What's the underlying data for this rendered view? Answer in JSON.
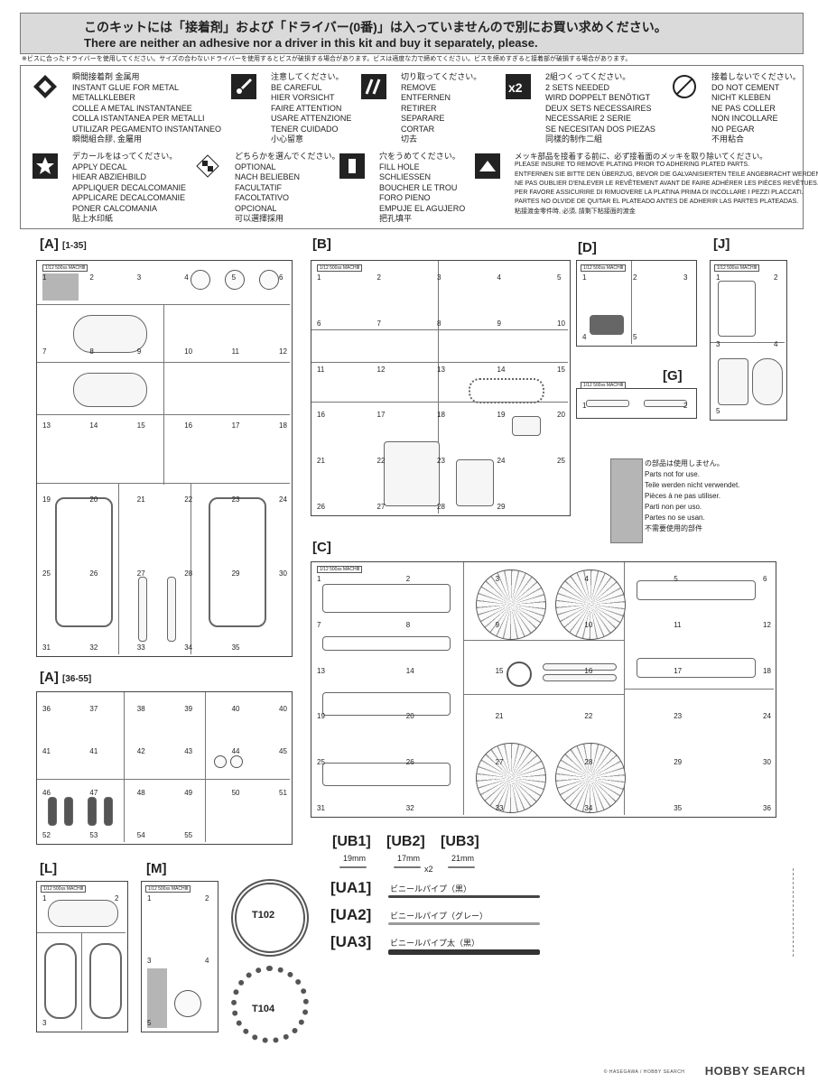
{
  "banner": {
    "line_jp": "このキットには「接着剤」および「ドライバー(0番)」は入っていませんので別にお買い求めください。",
    "line_en": "There are neither an adhesive nor a driver in this kit and buy it separately, please."
  },
  "screw_note": "※ビスに合ったドライバーを使用してください。サイズの合わないドライバーを使用するとビスが破損する場合があります。ビスは適度な力で締めてください。ビスを締めすぎると接着部が破損する場合があります。",
  "symbols": [
    {
      "icon": "instant-glue-icon",
      "lines": [
        "瞬間接着剤 金属用",
        "INSTANT GLUE FOR METAL",
        "METALLKLEBER",
        "COLLE A METAL INSTANTANEE",
        "COLLA ISTANTANEA PER METALLI",
        "UTILIZAR PEGAMENTO INSTANTANEO",
        "瞬間組合膠, 金屬用"
      ]
    },
    {
      "icon": "caution-icon",
      "lines": [
        "注意してください。",
        "BE CAREFUL",
        "HIER VORSICHT",
        "FAIRE ATTENTION",
        "USARE ATTENZIONE",
        "TENER CUIDADO",
        "小心留意"
      ]
    },
    {
      "icon": "remove-icon",
      "lines": [
        "切り取ってください。",
        "REMOVE",
        "ENTFERNEN",
        "RETIRER",
        "SEPARARE",
        "CORTAR",
        "切去"
      ]
    },
    {
      "icon": "two-sets-icon",
      "lines": [
        "2組つくってください。",
        "2 SETS NEEDED",
        "WIRD DOPPELT BENÖTIGT",
        "DEUX SETS NECESSAIRES",
        "NECESSARIE 2 SERIE",
        "SE NECESITAN DOS PIEZAS",
        "同樣的制作二組"
      ]
    },
    {
      "icon": "no-cement-icon",
      "lines": [
        "接着しないでください。",
        "DO NOT CEMENT",
        "NICHT KLEBEN",
        "NE PAS COLLER",
        "NON INCOLLARE",
        "NO PEGAR",
        "不用粘合"
      ]
    },
    {
      "icon": "apply-decal-icon",
      "lines": [
        "デカールをはってください。",
        "APPLY DECAL",
        "HIEAR ABZIEHBILD",
        "APPLIQUER DECALCOMANIE",
        "APPLICARE DECALCOMANIE",
        "PONER CALCOMANIA",
        "貼上水印紙"
      ]
    },
    {
      "icon": "optional-icon",
      "lines": [
        "どちらかを選んでください。",
        "OPTIONAL",
        "NACH BELIEBEN",
        "FACULTATIF",
        "FACOLTATIVO",
        "OPCIONAL",
        "可以選擇採用"
      ]
    },
    {
      "icon": "fill-hole-icon",
      "lines": [
        "穴をうめてください。",
        "FILL HOLE",
        "SCHLIESSEN",
        "BOUCHER LE TROU",
        "FORO PIENO",
        "EMPUJE EL AGUJERO",
        "把孔填平"
      ]
    },
    {
      "icon": "plating-icon",
      "lines": [
        "メッキ部品を接着する前に、必ず接着面のメッキを取り除いてください。",
        "PLEASE INSURE TO REMOVE PLATING PRIOR TO ADHERING PLATED PARTS.",
        "ENTFERNEN SIE BITTE DEN ÜBERZUG, BEVOR DIE GALVANISIERTEN TEILE ANGEBRACHT WERDEN.",
        "NE PAS OUBLIER D'ENLEVER LE REVÊTEMENT AVANT DE FAIRE ADHÉRER LES PIÈCES REVÊTUES.",
        "PER FAVORE ASSICURIRE DI RIMUOVERE LA PLATINA PRIMA DI INCOLLARE I PEZZI PLACCATI.",
        "PARTES NO OLVIDE DE QUITAR EL PLATEADO ANTES DE ADHERIR LAS PARTES PLATEADAS.",
        "粘接渡金零件時, 必須, 請剩下粘接面的渡金"
      ]
    }
  ],
  "frames": {
    "A1": {
      "letter": "[A]",
      "range": "[1-35]",
      "tag": "1/12 500ss MACHⅢ",
      "nums": [
        "1",
        "2",
        "3",
        "4",
        "5",
        "6",
        "7",
        "8",
        "9",
        "10",
        "11",
        "12",
        "13",
        "14",
        "15",
        "16",
        "17",
        "18",
        "19",
        "20",
        "21",
        "22",
        "23",
        "24",
        "25",
        "26",
        "27",
        "28",
        "29",
        "30",
        "31",
        "32",
        "33",
        "34",
        "35"
      ]
    },
    "A2": {
      "letter": "[A]",
      "range": "[36-55]",
      "nums": [
        "36",
        "37",
        "38",
        "39",
        "40",
        "40",
        "41",
        "41",
        "42",
        "43",
        "44",
        "45",
        "46",
        "47",
        "48",
        "49",
        "50",
        "51",
        "52",
        "53",
        "54",
        "55"
      ]
    },
    "B": {
      "letter": "[B]",
      "tag": "1/12 500ss MACHⅢ",
      "nums": [
        "1",
        "2",
        "3",
        "4",
        "5",
        "6",
        "7",
        "8",
        "9",
        "10",
        "11",
        "12",
        "13",
        "14",
        "15",
        "16",
        "17",
        "18",
        "19",
        "20",
        "21",
        "22",
        "23",
        "24",
        "25",
        "26",
        "27",
        "28",
        "29"
      ]
    },
    "C": {
      "letter": "[C]",
      "tag": "1/12 500ss MACHⅢ",
      "nums": [
        "1",
        "2",
        "3",
        "4",
        "5",
        "6",
        "7",
        "8",
        "9",
        "10",
        "11",
        "12",
        "13",
        "14",
        "15",
        "16",
        "17",
        "18",
        "19",
        "20",
        "21",
        "22",
        "23",
        "24",
        "25",
        "26",
        "27",
        "28",
        "29",
        "30",
        "31",
        "32",
        "33",
        "34",
        "35",
        "36"
      ]
    },
    "D": {
      "letter": "[D]",
      "tag": "1/12 500ss MACHⅢ",
      "nums": [
        "1",
        "2",
        "3",
        "4",
        "5"
      ]
    },
    "J": {
      "letter": "[J]",
      "tag": "1/12 500ss MACHⅢ",
      "nums": [
        "1",
        "2",
        "3",
        "4",
        "5"
      ]
    },
    "G": {
      "letter": "[G]",
      "tag": "1/12 500ss MACHⅢ",
      "nums": [
        "1",
        "2"
      ]
    },
    "L": {
      "letter": "[L]",
      "tag": "1/12 500ss MACHⅢ",
      "nums": [
        "1",
        "2",
        "3"
      ]
    },
    "M": {
      "letter": "[M]",
      "tag": "1/12 500ss MACHⅢ",
      "nums": [
        "1",
        "2",
        "3",
        "4",
        "5"
      ]
    }
  },
  "not_used": [
    "の部品は使用しません。",
    "Parts not for use.",
    "Teile werden nicht verwendet.",
    "Pièces à ne pas utiliser.",
    "Parti non per uso.",
    "Partes no se usan.",
    "不需要使用的部件"
  ],
  "screws": [
    {
      "code": "[UB1]",
      "size": "19mm"
    },
    {
      "code": "[UB2]",
      "size": "17mm",
      "qty": "x2"
    },
    {
      "code": "[UB3]",
      "size": "21mm"
    }
  ],
  "tubes": [
    {
      "code": "[UA1]",
      "label": "ビニールパイプ（黒）",
      "color": "#444444"
    },
    {
      "code": "[UA2]",
      "label": "ビニールパイプ（グレー）",
      "color": "#9a9a9a"
    },
    {
      "code": "[UA3]",
      "label": "ビニールパイプ太（黒）",
      "color": "#333333"
    }
  ],
  "tires": [
    "T102",
    "T104"
  ],
  "watermark": {
    "brand": "HOBBY SEARCH",
    "copyright": "© HASEGAWA / HOBBY SEARCH"
  }
}
